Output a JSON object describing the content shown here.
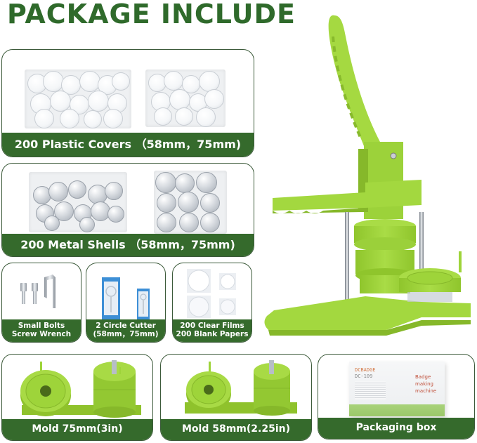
{
  "header": {
    "title": "PACKAGE INCLUDE"
  },
  "colors": {
    "title_green": "#2f6a2b",
    "label_green": "#356a2c",
    "product_green": "#9ed43a",
    "card_border": "#3c5a3a"
  },
  "items": [
    {
      "id": "plastic-covers",
      "label": "200 Plastic Covers （58mm，75mm)"
    },
    {
      "id": "metal-shells",
      "label": "200 Metal Shells （58mm，75mm)"
    },
    {
      "id": "bolts-wrench",
      "label_line1": "Small Bolts",
      "label_line2": "Screw Wrench"
    },
    {
      "id": "circle-cutter",
      "label_line1": "2 Circle Cutter",
      "label_line2": "(58mm，75mm)"
    },
    {
      "id": "films-papers",
      "label_line1": "200 Clear Films",
      "label_line2": "200 Blank Papers"
    },
    {
      "id": "mold-75",
      "label": "Mold 75mm(3in)"
    },
    {
      "id": "mold-58",
      "label": "Mold 58mm(2.25in)"
    },
    {
      "id": "packaging-box",
      "label": "Packaging box"
    }
  ],
  "box_print": {
    "brand": "DCBADGE",
    "model": "DC-109",
    "line1": "Badge",
    "line2": "making",
    "line3": "machine"
  },
  "product": {
    "name": "badge-making-press-machine"
  }
}
